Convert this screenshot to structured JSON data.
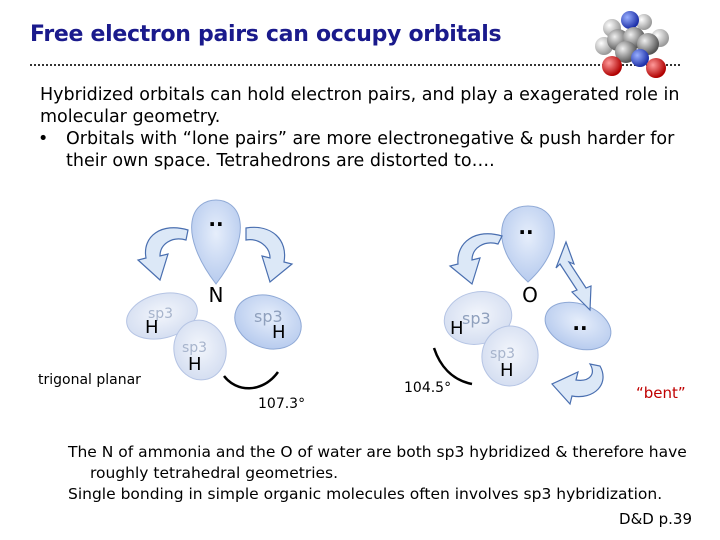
{
  "slide": {
    "title": "Free electron pairs can occupy orbitals",
    "intro": "Hybridized orbitals can hold electron pairs, and play a exagerated role in molecular geometry.",
    "bullet_marker": "•",
    "bullet": "Orbitals with “lone pairs” are more electronegative & push harder for their own space. Tetrahedrons are distorted to….",
    "caption_line1": "The N of ammonia and the O of water are both sp3 hybridized & therefore have",
    "caption_line2": "roughly tetrahedral geometries.",
    "caption_line3": "Single bonding in simple organic molecules often involves sp3 hybridization.",
    "source": "D&D p.39"
  },
  "ammonia": {
    "lone_pair": "..",
    "center_atom": "N",
    "orbital_label": "sp3",
    "hydrogen": "H",
    "angle": "107.3°",
    "shape_label": "trigonal planar"
  },
  "water": {
    "lone_pair": "..",
    "center_atom": "O",
    "orbital_label": "sp3",
    "hydrogen": "H",
    "angle": "104.5°",
    "shape_label": "“bent”"
  },
  "colors": {
    "title": "#1a1a8c",
    "orbital_fill": "#c6d8f2",
    "orbital_edge": "#8fa9d6",
    "arrow_fill": "#dce8f7",
    "arrow_stroke": "#4a6fb0"
  }
}
